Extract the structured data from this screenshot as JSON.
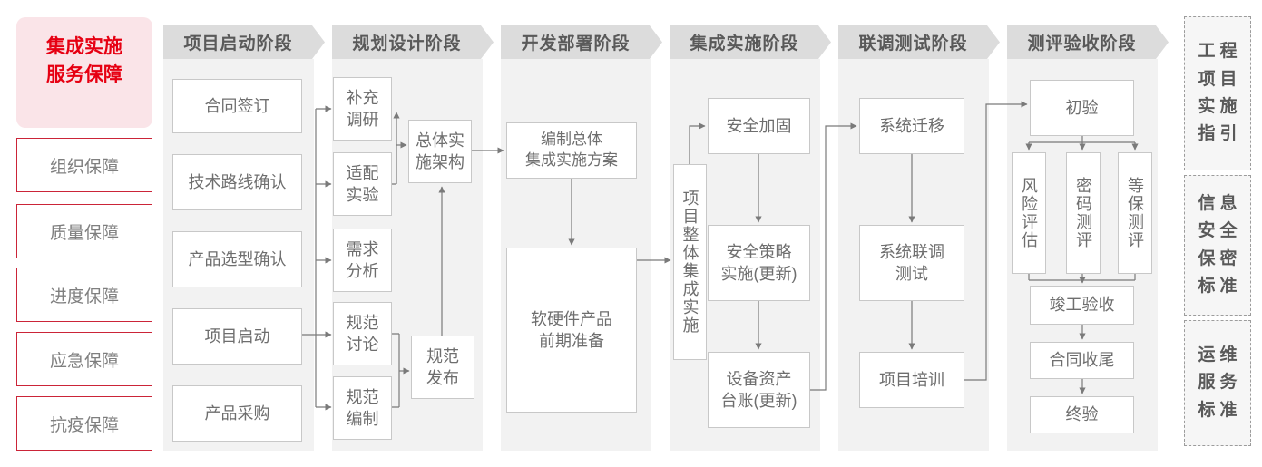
{
  "colors": {
    "accent_red": "#e60012",
    "red_border": "#cb2438",
    "pink_bg": "#fae4e8",
    "phase_header_bg": "#dcdcdc",
    "phase_header_text": "#595959",
    "panel_bg": "#f2f2f2",
    "node_border": "#c8c8c8",
    "node_text": "#6e6e6e",
    "connector": "#7a7a7a"
  },
  "sidebar": {
    "title": "集成实施\n服务保障",
    "items": [
      "组织保障",
      "质量保障",
      "进度保障",
      "应急保障",
      "抗疫保障"
    ]
  },
  "phases": [
    {
      "title": "项目启动阶段",
      "nodes": [
        "合同签订",
        "技术路线确认",
        "产品选型确认",
        "项目启动",
        "产品采购"
      ]
    },
    {
      "title": "规划设计阶段",
      "nodes": [
        "补充\n调研",
        "适配\n实验",
        "需求\n分析",
        "规范\n讨论",
        "规范\n编制",
        "总体实\n施架构",
        "规范\n发布"
      ]
    },
    {
      "title": "开发部署阶段",
      "nodes": [
        "编制总体\n集成实施方案",
        "软硬件产品\n前期准备"
      ]
    },
    {
      "title": "集成实施阶段",
      "nodes": [
        "项目整体集成实施",
        "安全加固",
        "安全策略\n实施(更新)",
        "设备资产\n台账(更新)"
      ]
    },
    {
      "title": "联调测试阶段",
      "nodes": [
        "系统迁移",
        "系统联调\n测试",
        "项目培训"
      ]
    },
    {
      "title": "测评验收阶段",
      "nodes": [
        "初验",
        "风险评估",
        "密码测评",
        "等保测评",
        "竣工验收",
        "合同收尾",
        "终验"
      ]
    }
  ],
  "standards": [
    "工程\n项目\n实施\n指引",
    "信息\n安全\n保密\n标准",
    "运维\n服务\n标准"
  ]
}
